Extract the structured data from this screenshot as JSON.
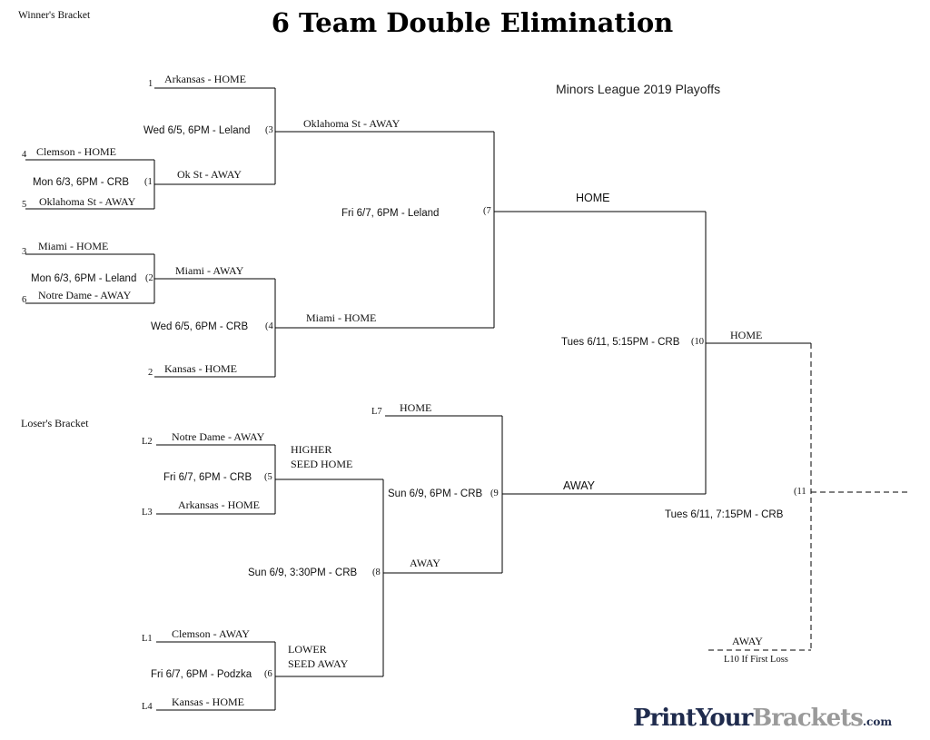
{
  "header": {
    "title": "6 Team Double Elimination",
    "subtitle": "Minors League 2019 Playoffs",
    "winners_label": "Winner's Bracket",
    "losers_label": "Loser's Bracket"
  },
  "winners": {
    "seed1": {
      "seed": "1",
      "team": "Arkansas - HOME"
    },
    "seed4": {
      "seed": "4",
      "team": "Clemson - HOME"
    },
    "seed5": {
      "seed": "5",
      "team": "Oklahoma St - AWAY"
    },
    "seed3": {
      "seed": "3",
      "team": "Miami - HOME"
    },
    "seed6": {
      "seed": "6",
      "team": "Notre Dame - AWAY"
    },
    "seed2": {
      "seed": "2",
      "team": "Kansas - HOME"
    },
    "g1": {
      "num": "(1",
      "info": "Mon 6/3, 6PM - CRB",
      "winner": "Ok St - AWAY"
    },
    "g2": {
      "num": "(2",
      "info": "Mon 6/3, 6PM - Leland",
      "winner": "Miami - AWAY"
    },
    "g3": {
      "num": "(3",
      "info": "Wed 6/5, 6PM - Leland",
      "winner": "Oklahoma St - AWAY"
    },
    "g4": {
      "num": "(4",
      "info": "Wed 6/5, 6PM - CRB",
      "winner": "Miami - HOME"
    },
    "g7": {
      "num": "(7",
      "info": "Fri 6/7, 6PM - Leland",
      "winner": "HOME"
    },
    "g10": {
      "num": "(10",
      "info": "Tues 6/11, 5:15PM - CRB",
      "winner": "HOME"
    }
  },
  "losers": {
    "l2": {
      "seed": "L2",
      "team": "Notre Dame - AWAY"
    },
    "l3": {
      "seed": "L3",
      "team": "Arkansas - HOME"
    },
    "l1": {
      "seed": "L1",
      "team": "Clemson - AWAY"
    },
    "l4": {
      "seed": "L4",
      "team": "Kansas - HOME"
    },
    "l7": {
      "seed": "L7",
      "team": "HOME"
    },
    "g5": {
      "num": "(5",
      "info": "Fri 6/7, 6PM - CRB",
      "note1": "HIGHER",
      "note2": "SEED HOME"
    },
    "g6": {
      "num": "(6",
      "info": "Fri 6/7, 6PM - Podzka",
      "note1": "LOWER",
      "note2": "SEED AWAY"
    },
    "g8": {
      "num": "(8",
      "info": "Sun 6/9, 3:30PM - CRB",
      "winner": "AWAY"
    },
    "g9": {
      "num": "(9",
      "info": "Sun 6/9, 6PM - CRB",
      "winner": "AWAY"
    }
  },
  "final": {
    "g11": {
      "num": "(11",
      "info": "Tues 6/11, 7:15PM - CRB",
      "slot": "AWAY",
      "note": "L10 If First Loss"
    }
  },
  "logo": {
    "part1": "PrintYour",
    "part2": "Brackets",
    "part3": ".com"
  }
}
